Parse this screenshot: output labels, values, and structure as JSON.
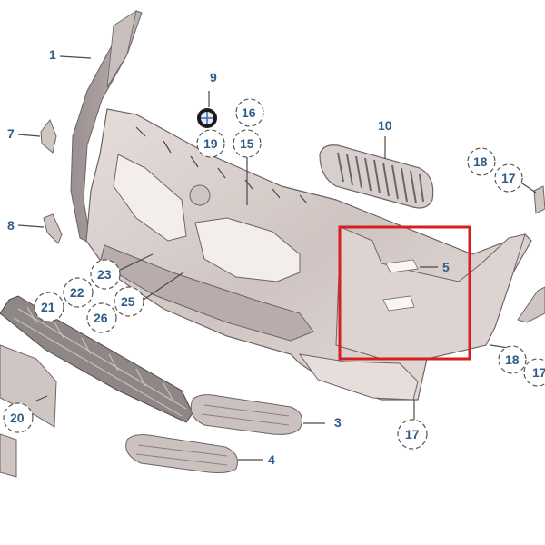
{
  "diagram": {
    "callouts": [
      {
        "id": "c1",
        "label": "1"
      },
      {
        "id": "c9",
        "label": "9"
      },
      {
        "id": "c16",
        "label": "16"
      },
      {
        "id": "c19",
        "label": "19"
      },
      {
        "id": "c15",
        "label": "15"
      },
      {
        "id": "c7",
        "label": "7"
      },
      {
        "id": "c10",
        "label": "10"
      },
      {
        "id": "c18a",
        "label": "18"
      },
      {
        "id": "c17a",
        "label": "17"
      },
      {
        "id": "c8",
        "label": "8"
      },
      {
        "id": "c5",
        "label": "5"
      },
      {
        "id": "c23",
        "label": "23"
      },
      {
        "id": "c22",
        "label": "22"
      },
      {
        "id": "c21",
        "label": "21"
      },
      {
        "id": "c25",
        "label": "25"
      },
      {
        "id": "c26",
        "label": "26"
      },
      {
        "id": "c18b",
        "label": "18"
      },
      {
        "id": "c17b",
        "label": "17"
      },
      {
        "id": "c20",
        "label": "20"
      },
      {
        "id": "c3",
        "label": "3"
      },
      {
        "id": "c17c",
        "label": "17"
      },
      {
        "id": "c4",
        "label": "4"
      }
    ],
    "highlight_color": "#d42020",
    "label_color": "#2f5d8a",
    "part_fill": "#d9cfcc",
    "part_stroke": "#6b6565"
  }
}
